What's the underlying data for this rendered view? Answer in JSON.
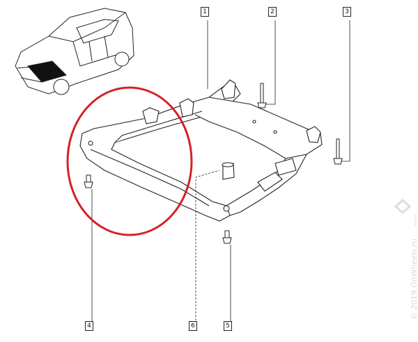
{
  "callouts": [
    {
      "number": "1"
    },
    {
      "number": "2"
    },
    {
      "number": "3"
    },
    {
      "number": "4"
    },
    {
      "number": "5"
    },
    {
      "number": "6"
    }
  ],
  "highlight_color": "#d42027",
  "watermark": "© 2019 OnWheels.ru",
  "logo_text": "RENAULT"
}
